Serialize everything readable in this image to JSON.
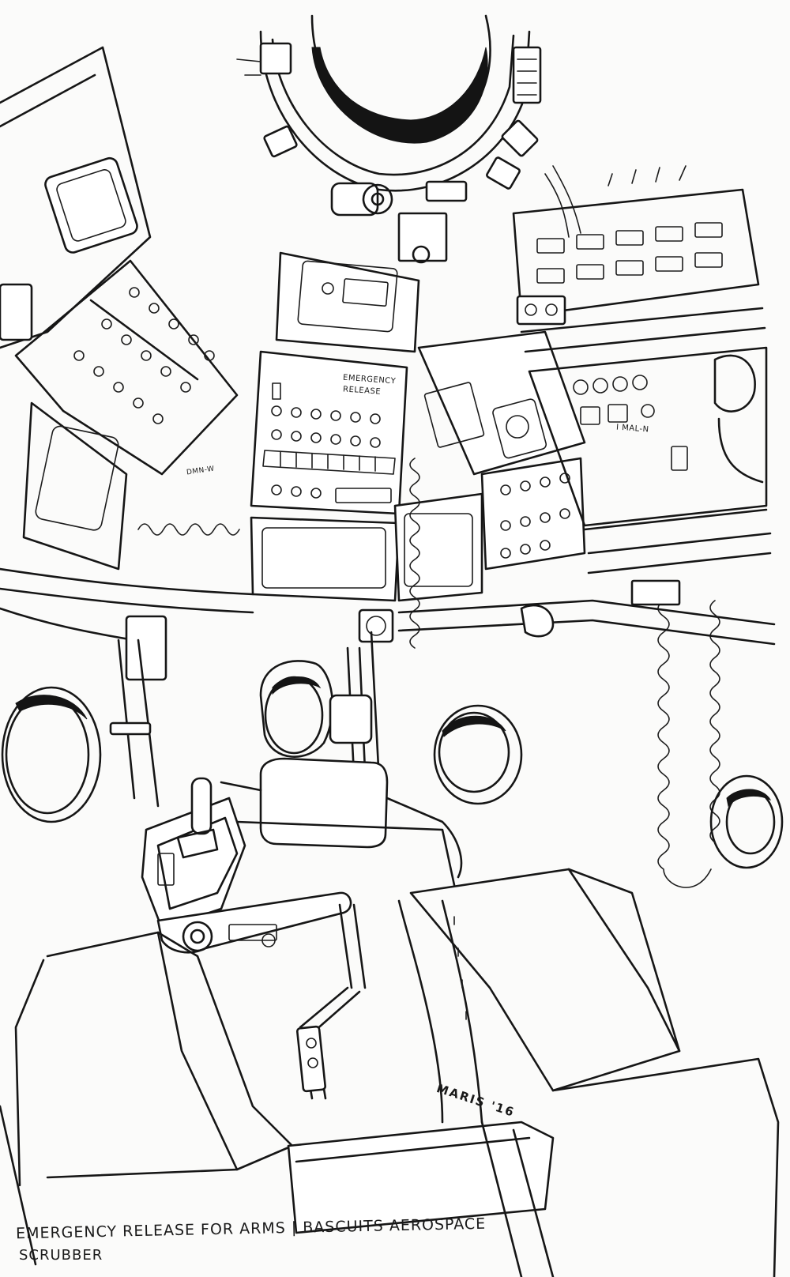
{
  "image": {
    "kind": "pen-and-ink drawing",
    "subject": "spacecraft capsule interior"
  },
  "signature": "MARIS '16",
  "caption": {
    "line1": "EMERGENCY RELEASE FOR ARMS | BASCUITS AEROSPACE",
    "line2": "SCRUBBER"
  },
  "panel_labels": {
    "center_upper_1": "EMERGENCY",
    "center_upper_2": "RELEASE",
    "right_console": "I MAL-N",
    "left_small": "DMN-W"
  },
  "palette": {
    "paper": "#fbfbfa",
    "ink": "#161616"
  }
}
